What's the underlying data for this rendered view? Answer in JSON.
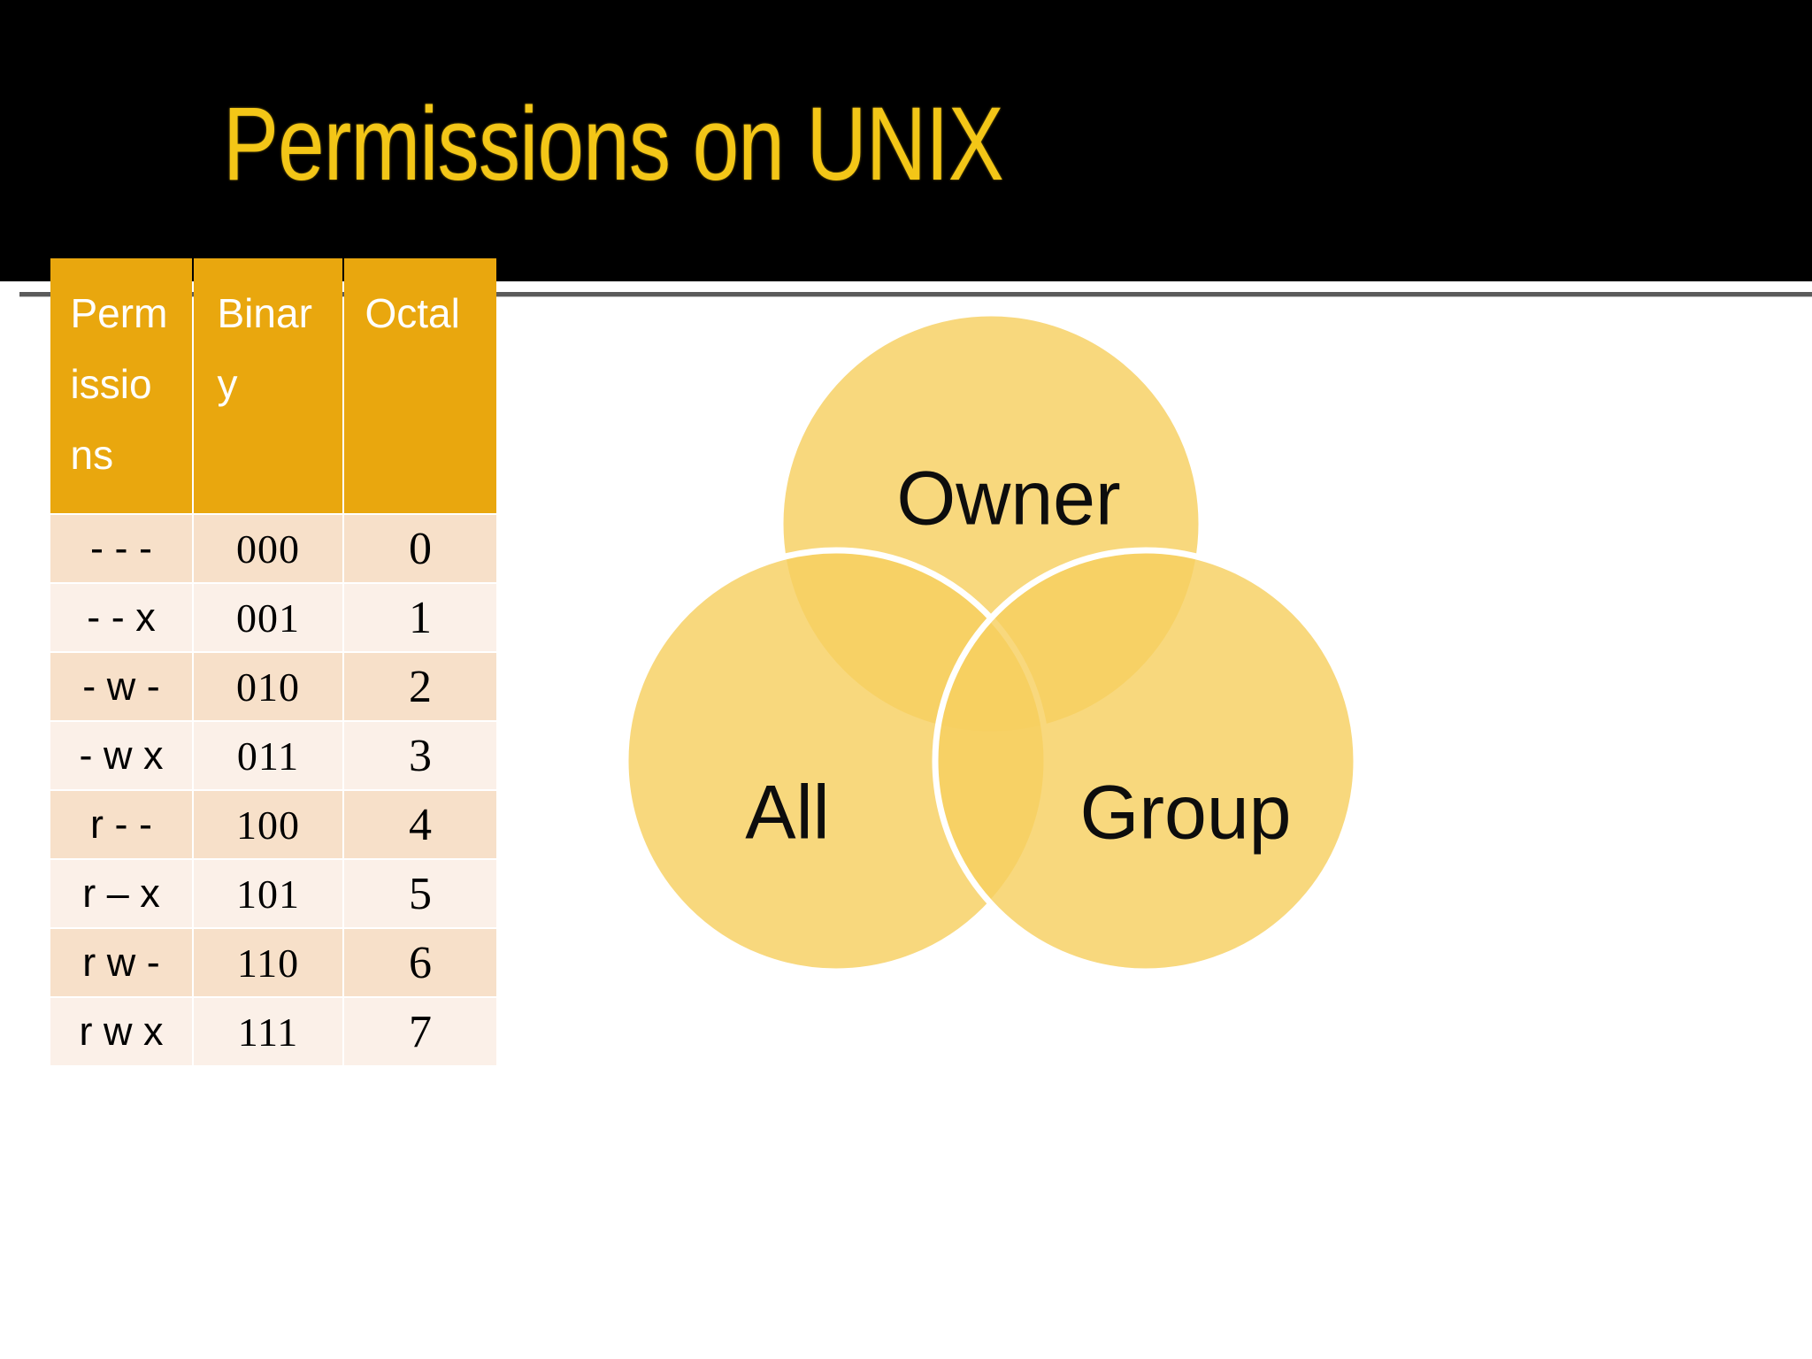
{
  "slide": {
    "title": "Permissions on UNIX",
    "title_color": "#F3C617",
    "band_color": "#000000",
    "rule_color": "#5b5b5b",
    "background": "#ffffff"
  },
  "table": {
    "header_bg": "#E9A70E",
    "header_text_color": "#ffffff",
    "row_odd_bg": "#F7E0C9",
    "row_even_bg": "#FBF0E8",
    "headers": [
      "Permissions",
      "Binary",
      "Octal"
    ],
    "rows": [
      {
        "permissions": "- - -",
        "binary": "000",
        "octal": "0"
      },
      {
        "permissions": "- - x",
        "binary": "001",
        "octal": "1"
      },
      {
        "permissions": "- w -",
        "binary": "010",
        "octal": "2"
      },
      {
        "permissions": "- w x",
        "binary": "011",
        "octal": "3"
      },
      {
        "permissions": "r - -",
        "binary": "100",
        "octal": "4"
      },
      {
        "permissions": "r – x",
        "binary": "101",
        "octal": "5"
      },
      {
        "permissions": "r w -",
        "binary": "110",
        "octal": "6"
      },
      {
        "permissions": "r w x",
        "binary": "111",
        "octal": "7"
      }
    ]
  },
  "venn": {
    "circle_fill": "#F6D060",
    "circle_stroke": "#ffffff",
    "labels": {
      "owner": "Owner",
      "all": "All",
      "group": "Group"
    }
  }
}
